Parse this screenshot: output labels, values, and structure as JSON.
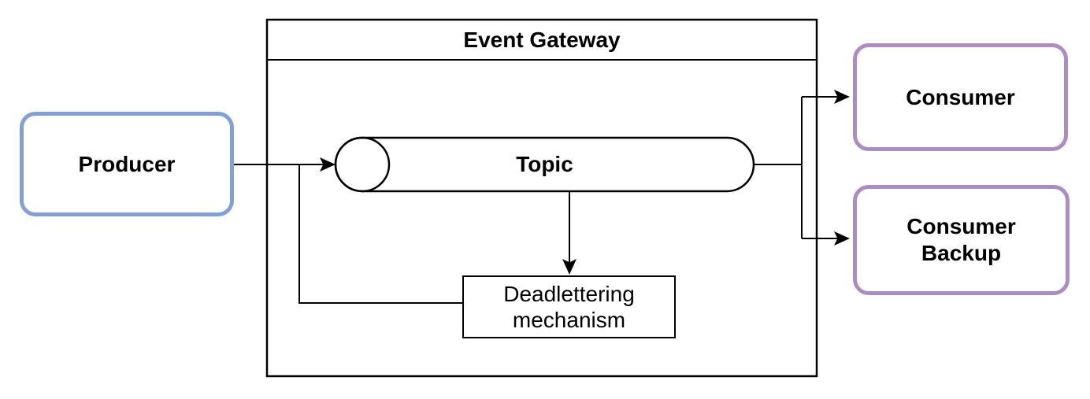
{
  "diagram": {
    "type": "event-driven architecture flow diagram",
    "gateway": {
      "title": "Event Gateway"
    },
    "nodes": {
      "producer": {
        "label": "Producer"
      },
      "topic": {
        "label": "Topic"
      },
      "deadlettering": {
        "label": "Deadlettering mechanism"
      },
      "consumer": {
        "label": "Consumer"
      },
      "consumer_backup": {
        "label": "Consumer Backup"
      }
    },
    "edges": [
      {
        "from": "Producer",
        "to": "Topic",
        "arrow": true
      },
      {
        "from": "Topic",
        "to": "Deadlettering mechanism",
        "arrow": true
      },
      {
        "from": "Deadlettering mechanism",
        "to": "Producer-Topic line",
        "arrow": false
      },
      {
        "from": "Topic",
        "to": "Consumer",
        "arrow": true
      },
      {
        "from": "Topic",
        "to": "Consumer Backup",
        "arrow": true
      }
    ],
    "colors": {
      "producer_border": "#82a0d8",
      "consumer_border": "#ac8cc4",
      "line": "#000000",
      "node_fill": "#ffffff",
      "background": "#ffffff"
    }
  }
}
